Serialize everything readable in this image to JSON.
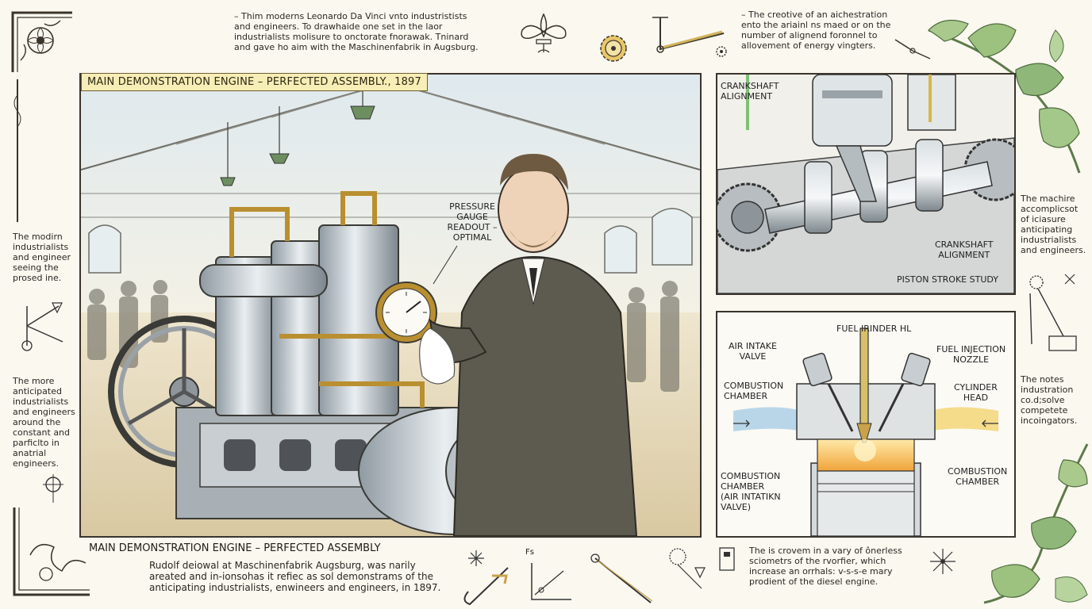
{
  "top_notes": {
    "left": "– Thim moderns Leonardo Da Vinci  vnto industristists\nand engineers. To drawhaide one set in the laor\nindustrialists molisure to onctorate fnorawak. Tninard\nand gave ho aim with the Maschinenfabrik in Augsburg.",
    "right": "– The creotive of an aichestration\nento the ariainl ns maed or on the\nnumber of alignend foronnel to\nallovement of energy vingters."
  },
  "main_panel": {
    "caption": "MAIN DEMONSTRATION ENGINE – PERFECTED ASSEMBLY., 1897",
    "gauge_label": "PRESSURE\nGAUGE\nREADOUT –\nOPTIMAL"
  },
  "crankshaft_panel": {
    "label_top": "CRANKSHAFT\nALIGNMENT",
    "label_right": "CRANKSHAFT\nALIGNMENT",
    "label_bottom": "PISTON STROKE STUDY"
  },
  "combustion_panel": {
    "fuel_label": "FUEL IRINDER HL",
    "air_intake": "AIR INTAKE\nVALVE",
    "fuel_injection": "FUEL INJECTION\nNOZZLE",
    "combustion_chamber_top": "COMBUSTION\nCHAMBER",
    "cylinder_head": "CYLINDER\nHEAD",
    "combustion_chamber_left": "COMBUSTION\nCHAMBER\n(AIR INTATIKN\nVALVE)",
    "combustion_chamber_right": "COMBUSTION\nCHAMBER"
  },
  "side_notes": {
    "left_1": "The modirn\nindustrialists\nand engineer\nseeing the\nprosed ine.",
    "left_2": "The more\nanticipated\nindustrialists\nand engineers\naround the\nconstant and\nparficlto in\nanatrial\nengineers.",
    "right_1": "The machire\naccomplicsot\nof iciasure\nanticipating\nindustrialists\nand engineers.",
    "right_2": "The notes\nindustration\nco.d;solve\ncompetete\nincoingators."
  },
  "bottom": {
    "title": "MAIN DEMONSTRATION ENGINE – PERFECTED ASSEMBLY",
    "body": "Rudolf deiowal at Maschinenfabrik Augsburg, was narily\nareated and in-ionsohas it refiec as sol demonstrams of the\nanticipating industrialists, enwineers and engineers, in 1897.",
    "right_note": "The is crovem in a vary of ônerless\nsciometrs of the rvorfier, which\nincrease an orrhals: v-s-s-e mary\nprodient of the diesel engine.",
    "sketch_mark": "Fs"
  },
  "colors": {
    "paper": "#fbf8f0",
    "ink": "#2a2620",
    "caption_fill": "#f7edb6",
    "leaf_green": "#8fb77a",
    "brass": "#c9a24a",
    "flame": "#f0a43a",
    "air_blue": "#a9cde6"
  }
}
